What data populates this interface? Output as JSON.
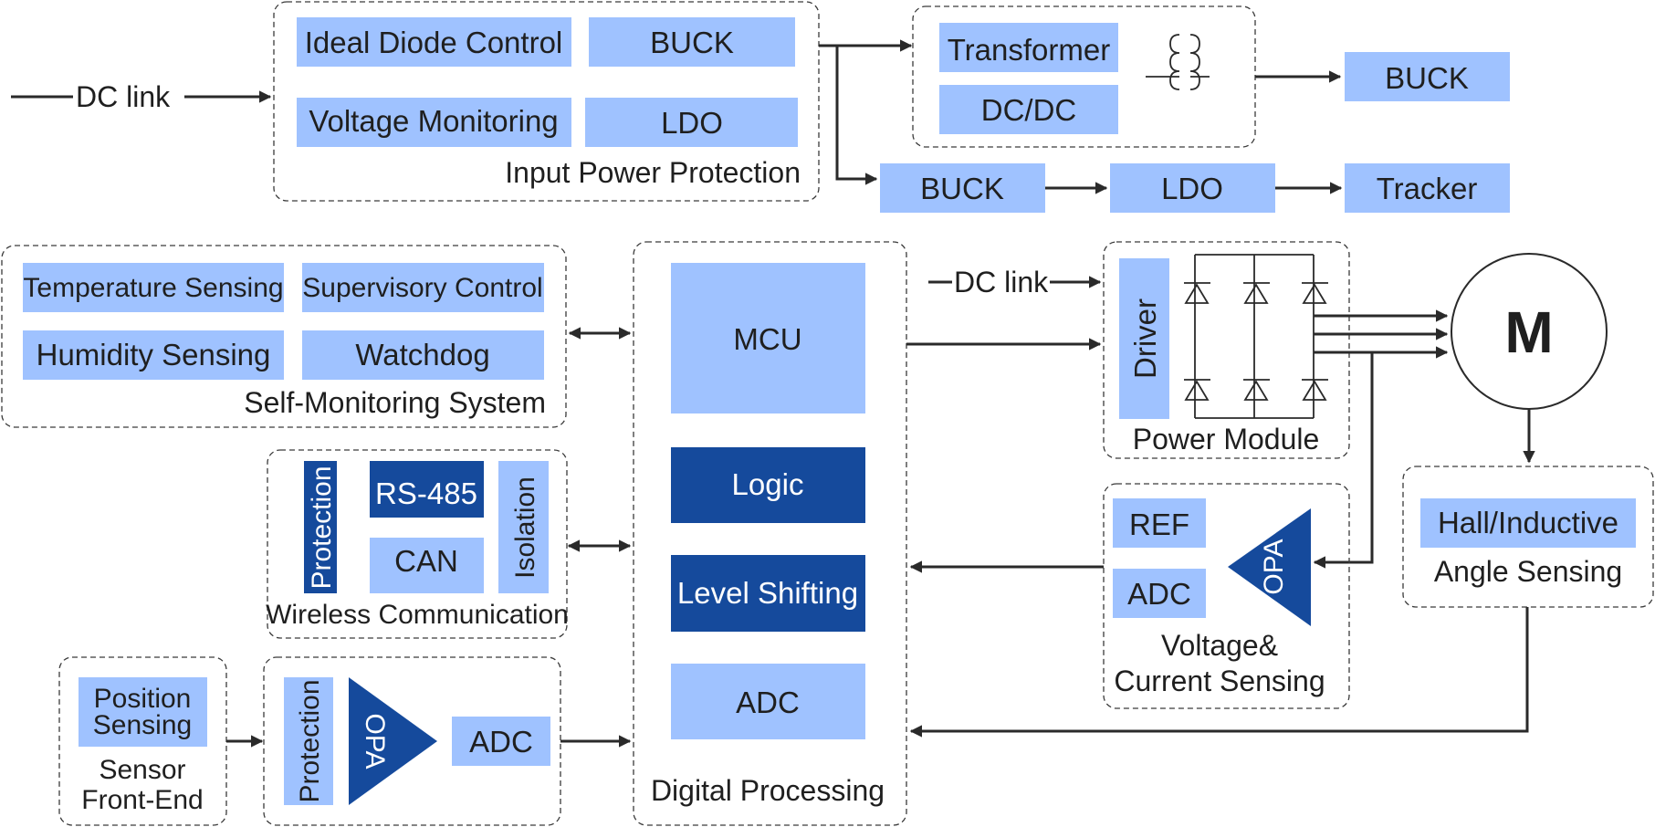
{
  "colors": {
    "light_block": "#9fc2ff",
    "dark_block": "#154a9c",
    "line": "#2a2a2a"
  },
  "labels": {
    "dc_link_top": "DC link",
    "dc_link_mid": "DC link",
    "ideal_diode": "Ideal Diode Control",
    "buck_input": "BUCK",
    "voltage_monitoring": "Voltage Monitoring",
    "ldo_input": "LDO",
    "input_power_protection": "Input Power Protection",
    "transformer": "Transformer",
    "dcdc": "DC/DC",
    "buck_iso": "BUCK",
    "buck_chain": "BUCK",
    "ldo_chain": "LDO",
    "tracker": "Tracker",
    "temperature_sensing": "Temperature Sensing",
    "supervisory_control": "Supervisory Control",
    "humidity_sensing": "Humidity Sensing",
    "watchdog": "Watchdog",
    "self_monitoring_system": "Self-Monitoring System",
    "protection_comm": "Protection",
    "rs485": "RS-485",
    "can": "CAN",
    "isolation": "Isolation",
    "wireless_communication": "Wireless Communication",
    "position_sensing_line1": "Position",
    "position_sensing_line2": "Sensing",
    "sensor_frontend_line1": "Sensor",
    "sensor_frontend_line2": "Front-End",
    "protection_sensor": "Protection",
    "opa_sensor": "OPA",
    "adc_sensor": "ADC",
    "mcu": "MCU",
    "logic": "Logic",
    "level_shifting": "Level Shifting",
    "adc_digital": "ADC",
    "digital_processing": "Digital Processing",
    "driver": "Driver",
    "power_module": "Power Module",
    "motor": "M",
    "ref": "REF",
    "adc_vc": "ADC",
    "opa_vc": "OPA",
    "vc_sensing_line1": "Voltage&",
    "vc_sensing_line2": "Current Sensing",
    "hall_inductive": "Hall/Inductive",
    "angle_sensing": "Angle Sensing"
  }
}
